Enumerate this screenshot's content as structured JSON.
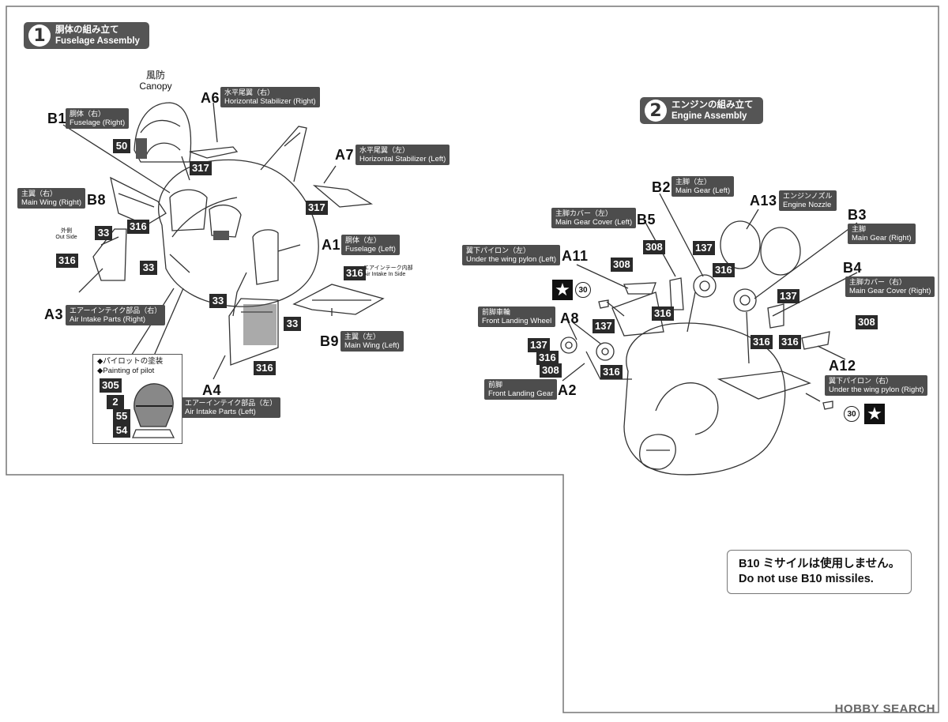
{
  "step1": {
    "number": "1",
    "title_jp": "胴体の組み立て",
    "title_en": "Fuselage Assembly"
  },
  "step2": {
    "number": "2",
    "title_jp": "エンジンの組み立て",
    "title_en": "Engine Assembly"
  },
  "canopy": {
    "jp": "風防",
    "en": "Canopy"
  },
  "parts": {
    "B1": {
      "id": "B1",
      "jp": "胴体（右）",
      "en": "Fuselage (Right)"
    },
    "A6": {
      "id": "A6",
      "jp": "水平尾翼（右）",
      "en": "Horizontal Stabilizer (Right)"
    },
    "A7": {
      "id": "A7",
      "jp": "水平尾翼（左）",
      "en": "Horizontal Stabilizer (Left)"
    },
    "B8": {
      "id": "B8",
      "jp": "主翼（右）",
      "en": "Main Wing (Right)"
    },
    "A1": {
      "id": "A1",
      "jp": "胴体（左）",
      "en": "Fuselage (Left)"
    },
    "A3": {
      "id": "A3",
      "jp": "エアーインテイク部品（右）",
      "en": "Air Intake Parts (Right)"
    },
    "B9": {
      "id": "B9",
      "jp": "主翼（左）",
      "en": "Main Wing (Left)"
    },
    "A4": {
      "id": "A4",
      "jp": "エアーインテイク部品（左）",
      "en": "Air Intake Parts (Left)"
    },
    "B2": {
      "id": "B2",
      "jp": "主脚（左）",
      "en": "Main Gear (Left)"
    },
    "A13": {
      "id": "A13",
      "jp": "エンジンノズル",
      "en": "Engine Nozzle"
    },
    "B5": {
      "id": "B5",
      "jp": "主脚カバー（左）",
      "en": "Main Gear Cover (Left)"
    },
    "B3": {
      "id": "B3",
      "jp": "主脚",
      "en": "Main Gear (Right)"
    },
    "A11": {
      "id": "A11",
      "jp": "翼下パイロン（左）",
      "en": "Under the wing pylon (Left)"
    },
    "B4": {
      "id": "B4",
      "jp": "主脚カバー（右）",
      "en": "Main Gear Cover (Right)"
    },
    "A8": {
      "id": "A8",
      "jp": "前脚車輪",
      "en": "Front Landing Wheel"
    },
    "A12": {
      "id": "A12",
      "jp": "翼下パイロン（右）",
      "en": "Under the wing pylon (Right)"
    },
    "A2": {
      "id": "A2",
      "jp": "前脚",
      "en": "Front Landing Gear"
    }
  },
  "intake_note": {
    "jp": "エアインテーク内部",
    "en": "Air Intake In Side"
  },
  "outside_note": {
    "jp": "外側",
    "en": "Out Side"
  },
  "pilot": {
    "line1": "◆パイロットの塗装",
    "line2": "◆Painting of pilot"
  },
  "colors": {
    "c50": "50",
    "c317a": "317",
    "c317b": "317",
    "c316a": "316",
    "c33a": "33",
    "c316b": "316",
    "c33b": "33",
    "c316c": "316",
    "c33c": "33",
    "c33d": "33",
    "c316d": "316",
    "c305": "305",
    "c2": "2",
    "c55": "55",
    "c54": "54",
    "c308a": "308",
    "c137a": "137",
    "c316e": "316",
    "c308b": "308",
    "c316f": "316",
    "c137b": "137",
    "c316g": "316",
    "c316h": "316",
    "c308c": "308",
    "c137c": "137",
    "c316i": "316",
    "c308d": "308",
    "c137d": "137",
    "c316j": "316"
  },
  "marker30": "30",
  "star": "★",
  "note": {
    "jp": "B10 ミサイルは使用しません。",
    "en": "Do not use B10 missiles."
  },
  "watermark": "HOBBY SEARCH"
}
